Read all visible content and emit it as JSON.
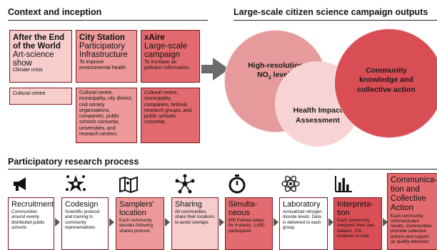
{
  "sections": {
    "context_title": "Context and inception",
    "outputs_title": "Large-scale citizen science campaign outputs",
    "process_title": "Participatory research process"
  },
  "projects": [
    {
      "title_bold": "After the End of the World",
      "title_rest": "Art-science show",
      "desc": "Climate crisis",
      "partners": "Cultural centre"
    },
    {
      "title_bold": "City Station",
      "title_rest": "Participatory Infrastructure",
      "desc": "To improve environmental health",
      "partners": "Cultural centre, municipality, city district, civil society organisations, companies, public schools consortia, universities, and research centres."
    },
    {
      "title_bold": "xAire",
      "title_rest": "Large-scale campaign",
      "desc": "To increase air pollution information",
      "partners": "Cultural centre, municipality, companies, festival, research groups, and public schools consortia."
    }
  ],
  "outputs": {
    "no2_line1": "High-resolution",
    "no2_line2a": "NO",
    "no2_sub": "2",
    "no2_line2b": " levels",
    "health_line1": "Health Impact",
    "health_line2": "Assessment",
    "community_line1": "Community",
    "community_line2": "knowledge and",
    "community_line3": "collective action"
  },
  "steps": [
    {
      "title": "Recruitment",
      "desc": "Communities around evenly distributed public schools",
      "icon": "megaphone-icon"
    },
    {
      "title": "Codesign",
      "desc": "Scientific protocol and training to community representatives",
      "icon": "people-star-icon"
    },
    {
      "title": "Samplers' location",
      "desc": "Each community decides following shared protocol",
      "icon": "map-icon"
    },
    {
      "title": "Sharing",
      "desc": "All communities share their locations to avoid overlaps",
      "icon": "network-icon"
    },
    {
      "title": "Simulta-neous",
      "desc": "800 Palmes tubes for 4 weeks, 1,650 participants",
      "icon": "stopwatch-icon"
    },
    {
      "title": "Laboratory",
      "desc": "Annualized nitrogen dioxide levels. Data is delivered to each group.",
      "icon": "atom-icon"
    },
    {
      "title": "Interpreta-tion",
      "desc": "Each community interprets their own dataset. 725 locations in total",
      "icon": "bar-chart-icon"
    },
    {
      "title": "Communica-tion and Collective Action",
      "desc": "Each community communicates results. Communities promote collective actions and support air quality demands",
      "icon": "none"
    }
  ],
  "colors": {
    "light": "#f6cccc",
    "mid": "#ee9999",
    "dark": "#e36a6e",
    "deep": "#da4f56",
    "border": "#7a1a1e"
  }
}
